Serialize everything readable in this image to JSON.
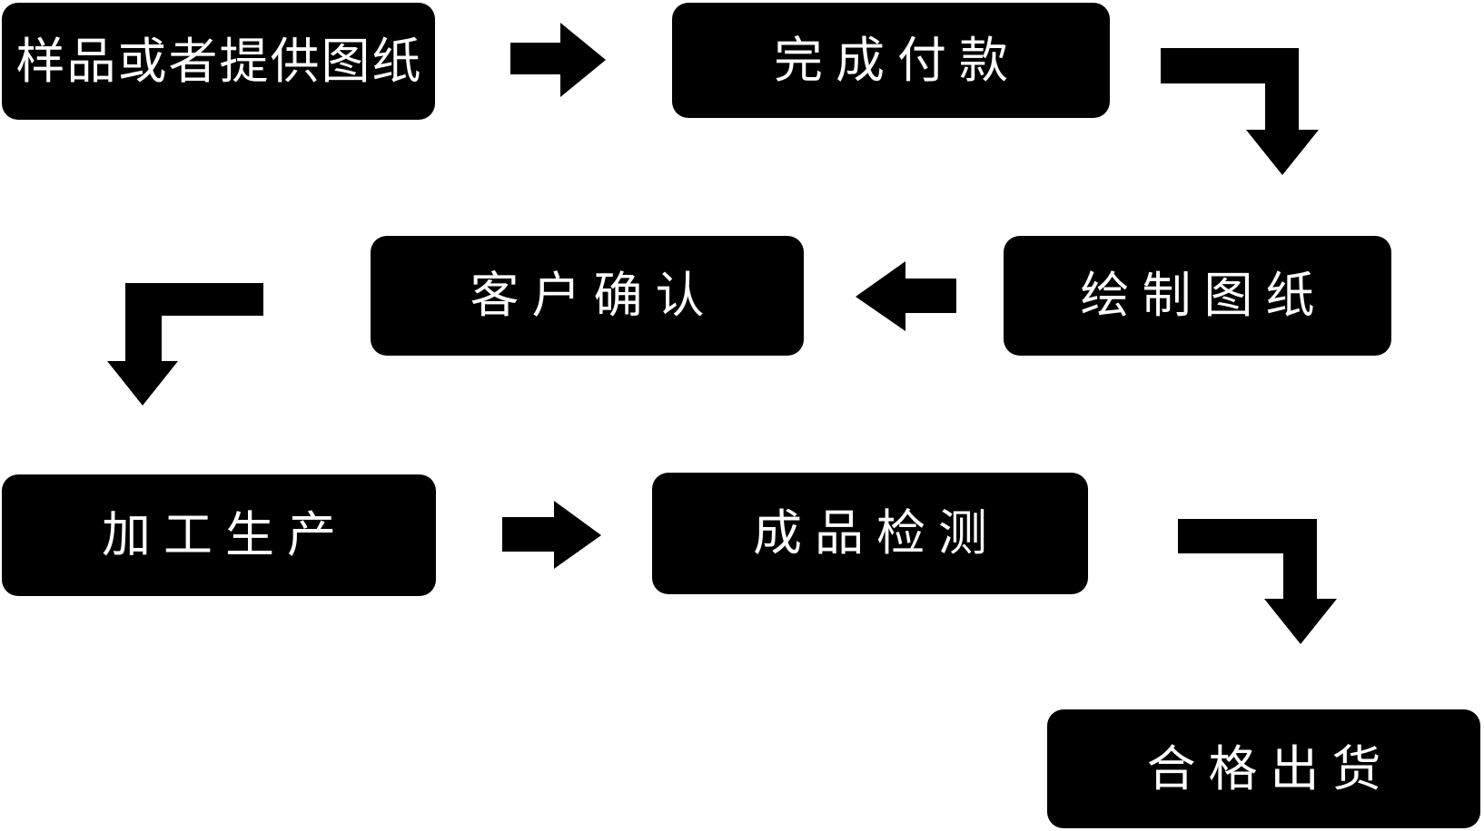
{
  "diagram": {
    "type": "flowchart",
    "background_color": "#ffffff",
    "node_fill_color": "#000000",
    "node_text_color": "#ffffff",
    "arrow_color": "#000000",
    "nodes": [
      {
        "id": "sample-or-drawing",
        "label": "样品或者提供图纸"
      },
      {
        "id": "payment-complete",
        "label": "完成付款"
      },
      {
        "id": "customer-confirmation",
        "label": "客户确认"
      },
      {
        "id": "draw-drawings",
        "label": "绘制图纸"
      },
      {
        "id": "processing-production",
        "label": "加工生产"
      },
      {
        "id": "product-inspection",
        "label": "成品检测"
      },
      {
        "id": "qualified-shipment",
        "label": "合格出货"
      }
    ],
    "flow_order": [
      "样品或者提供图纸",
      "完成付款",
      "绘制图纸",
      "客户确认",
      "加工生产",
      "成品检测",
      "合格出货"
    ],
    "arrows": [
      {
        "from": "样品或者提供图纸",
        "to": "完成付款",
        "shape": "right"
      },
      {
        "from": "完成付款",
        "to": "绘制图纸",
        "shape": "elbow-right-down"
      },
      {
        "from": "绘制图纸",
        "to": "客户确认",
        "shape": "left"
      },
      {
        "from": "客户确认",
        "to": "加工生产",
        "shape": "elbow-left-down"
      },
      {
        "from": "加工生产",
        "to": "成品检测",
        "shape": "right"
      },
      {
        "from": "成品检测",
        "to": "合格出货",
        "shape": "elbow-right-down"
      }
    ]
  }
}
